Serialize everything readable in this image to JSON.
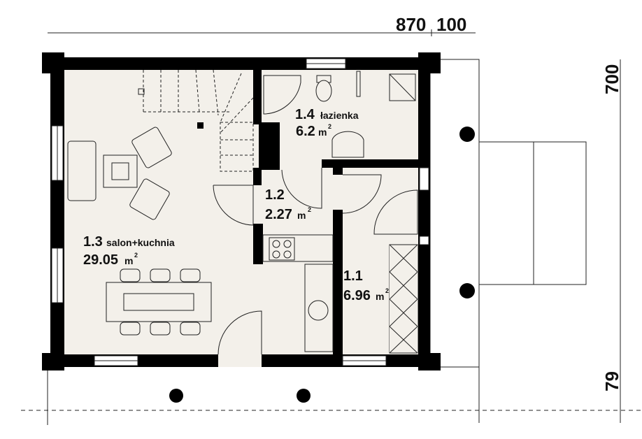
{
  "dimensions": {
    "top_main": "870",
    "top_extra": "100",
    "right_main": "700",
    "right_extra": "79"
  },
  "rooms": [
    {
      "number": "1.1",
      "name": "",
      "area": "6.96",
      "unit": "m",
      "exp": "2"
    },
    {
      "number": "1.2",
      "name": "",
      "area": "2.27",
      "unit": "m",
      "exp": "2"
    },
    {
      "number": "1.3",
      "name": "salon+kuchnia",
      "area": "29.05",
      "unit": "m",
      "exp": "2"
    },
    {
      "number": "1.4",
      "name": "łazienka",
      "area": "6.2",
      "unit": "m",
      "exp": "2"
    }
  ],
  "colors": {
    "floor": "#f3f0ea",
    "wall": "#000000"
  }
}
